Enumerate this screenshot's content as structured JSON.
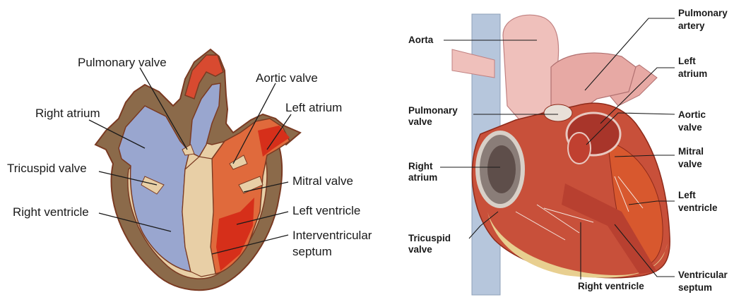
{
  "left_diagram": {
    "labels": {
      "pulmonary_valve": "Pulmonary valve",
      "aortic_valve": "Aortic valve",
      "right_atrium": "Right atrium",
      "left_atrium": "Left atrium",
      "tricuspid_valve": "Tricuspid valve",
      "mitral_valve": "Mitral valve",
      "right_ventricle": "Right ventricle",
      "left_ventricle": "Left ventricle",
      "interventricular_septum_line1": "Interventricular",
      "interventricular_septum_line2": "septum"
    },
    "colors": {
      "outer_wall": "#8b6a4a",
      "inner_wall": "#e8cfa6",
      "deoxygenated": "#99a6cf",
      "oxygenated": "#d62f1a",
      "outline": "#7a3a22"
    }
  },
  "right_diagram": {
    "labels": {
      "aorta": "Aorta",
      "pulmonary_artery_line1": "Pulmonary",
      "pulmonary_artery_line2": "artery",
      "left_atrium_line1": "Left",
      "left_atrium_line2": "atrium",
      "pulmonary_valve_line1": "Pulmonary",
      "pulmonary_valve_line2": "valve",
      "aortic_valve_line1": "Aortic",
      "aortic_valve_line2": "valve",
      "right_atrium_line1": "Right",
      "right_atrium_line2": "atrium",
      "mitral_valve_line1": "Mitral",
      "mitral_valve_line2": "valve",
      "left_ventricle_line1": "Left",
      "left_ventricle_line2": "ventricle",
      "tricuspid_valve_line1": "Tricuspid",
      "tricuspid_valve_line2": "valve",
      "right_ventricle": "Right ventricle",
      "ventricular_septum_line1": "Ventricular",
      "ventricular_septum_line2": "septum"
    },
    "colors": {
      "muscle": "#c8503a",
      "muscle_dark": "#8e2a1a",
      "vessel_blue": "#b6c6dc",
      "vessel_pink": "#e7a9a4",
      "aorta_pink": "#efc0bb"
    }
  }
}
